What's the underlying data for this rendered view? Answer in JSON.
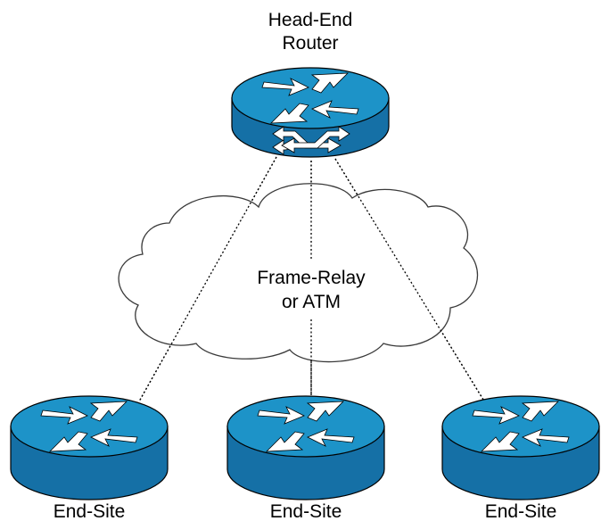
{
  "head_router": {
    "label_line1": "Head-End",
    "label_line2": "Router",
    "icon": "router-with-switch-icon"
  },
  "network_cloud": {
    "label_line1": "Frame-Relay",
    "label_line2": "or ATM",
    "icon": "cloud-icon"
  },
  "end_sites": [
    {
      "label": "End-Site",
      "icon": "router-icon"
    },
    {
      "label": "End-Site",
      "icon": "router-icon"
    },
    {
      "label": "End-Site",
      "icon": "router-icon"
    }
  ],
  "colors": {
    "router_top": "#1d93c8",
    "router_side": "#1570a6",
    "router_outline": "#000000",
    "cloud_fill": "#ffffff",
    "cloud_outline": "#3a3a3a",
    "link_line": "#000000"
  }
}
